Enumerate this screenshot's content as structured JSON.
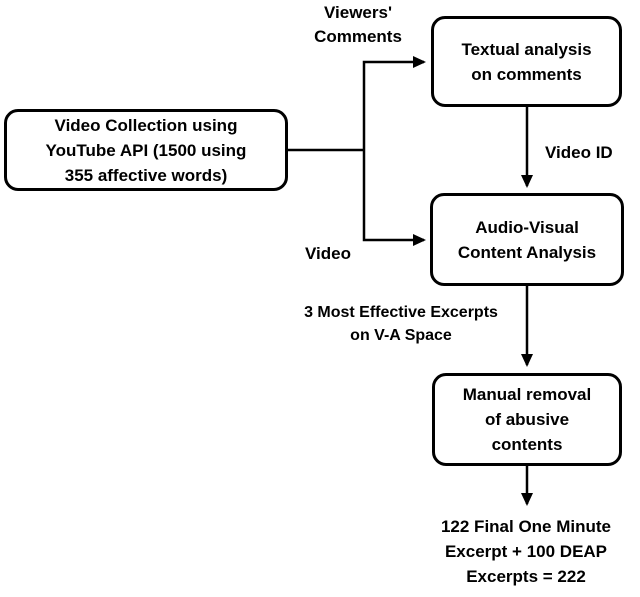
{
  "nodes": {
    "video_collection": {
      "line1": "Video Collection using",
      "line2": "YouTube API (1500 using",
      "line3": "355 affective words)"
    },
    "textual_analysis": {
      "line1": "Textual analysis",
      "line2": "on comments"
    },
    "audio_visual": {
      "line1": "Audio-Visual",
      "line2": "Content Analysis"
    },
    "manual_removal": {
      "line1": "Manual removal",
      "line2": "of abusive",
      "line3": "contents"
    }
  },
  "edge_labels": {
    "viewers_comments": {
      "line1": "Viewers'",
      "line2": "Comments"
    },
    "video_id": "Video ID",
    "video": "Video",
    "excerpts": {
      "line1": "3 Most Effective Excerpts",
      "line2": "on V-A Space"
    },
    "final_output": {
      "line1": "122 Final One Minute",
      "line2": "Excerpt + 100 DEAP",
      "line3": "Excerpts = 222"
    }
  },
  "colors": {
    "border": "#000000",
    "fill": "#ffffff",
    "text": "#000000",
    "background": "#ffffff"
  }
}
